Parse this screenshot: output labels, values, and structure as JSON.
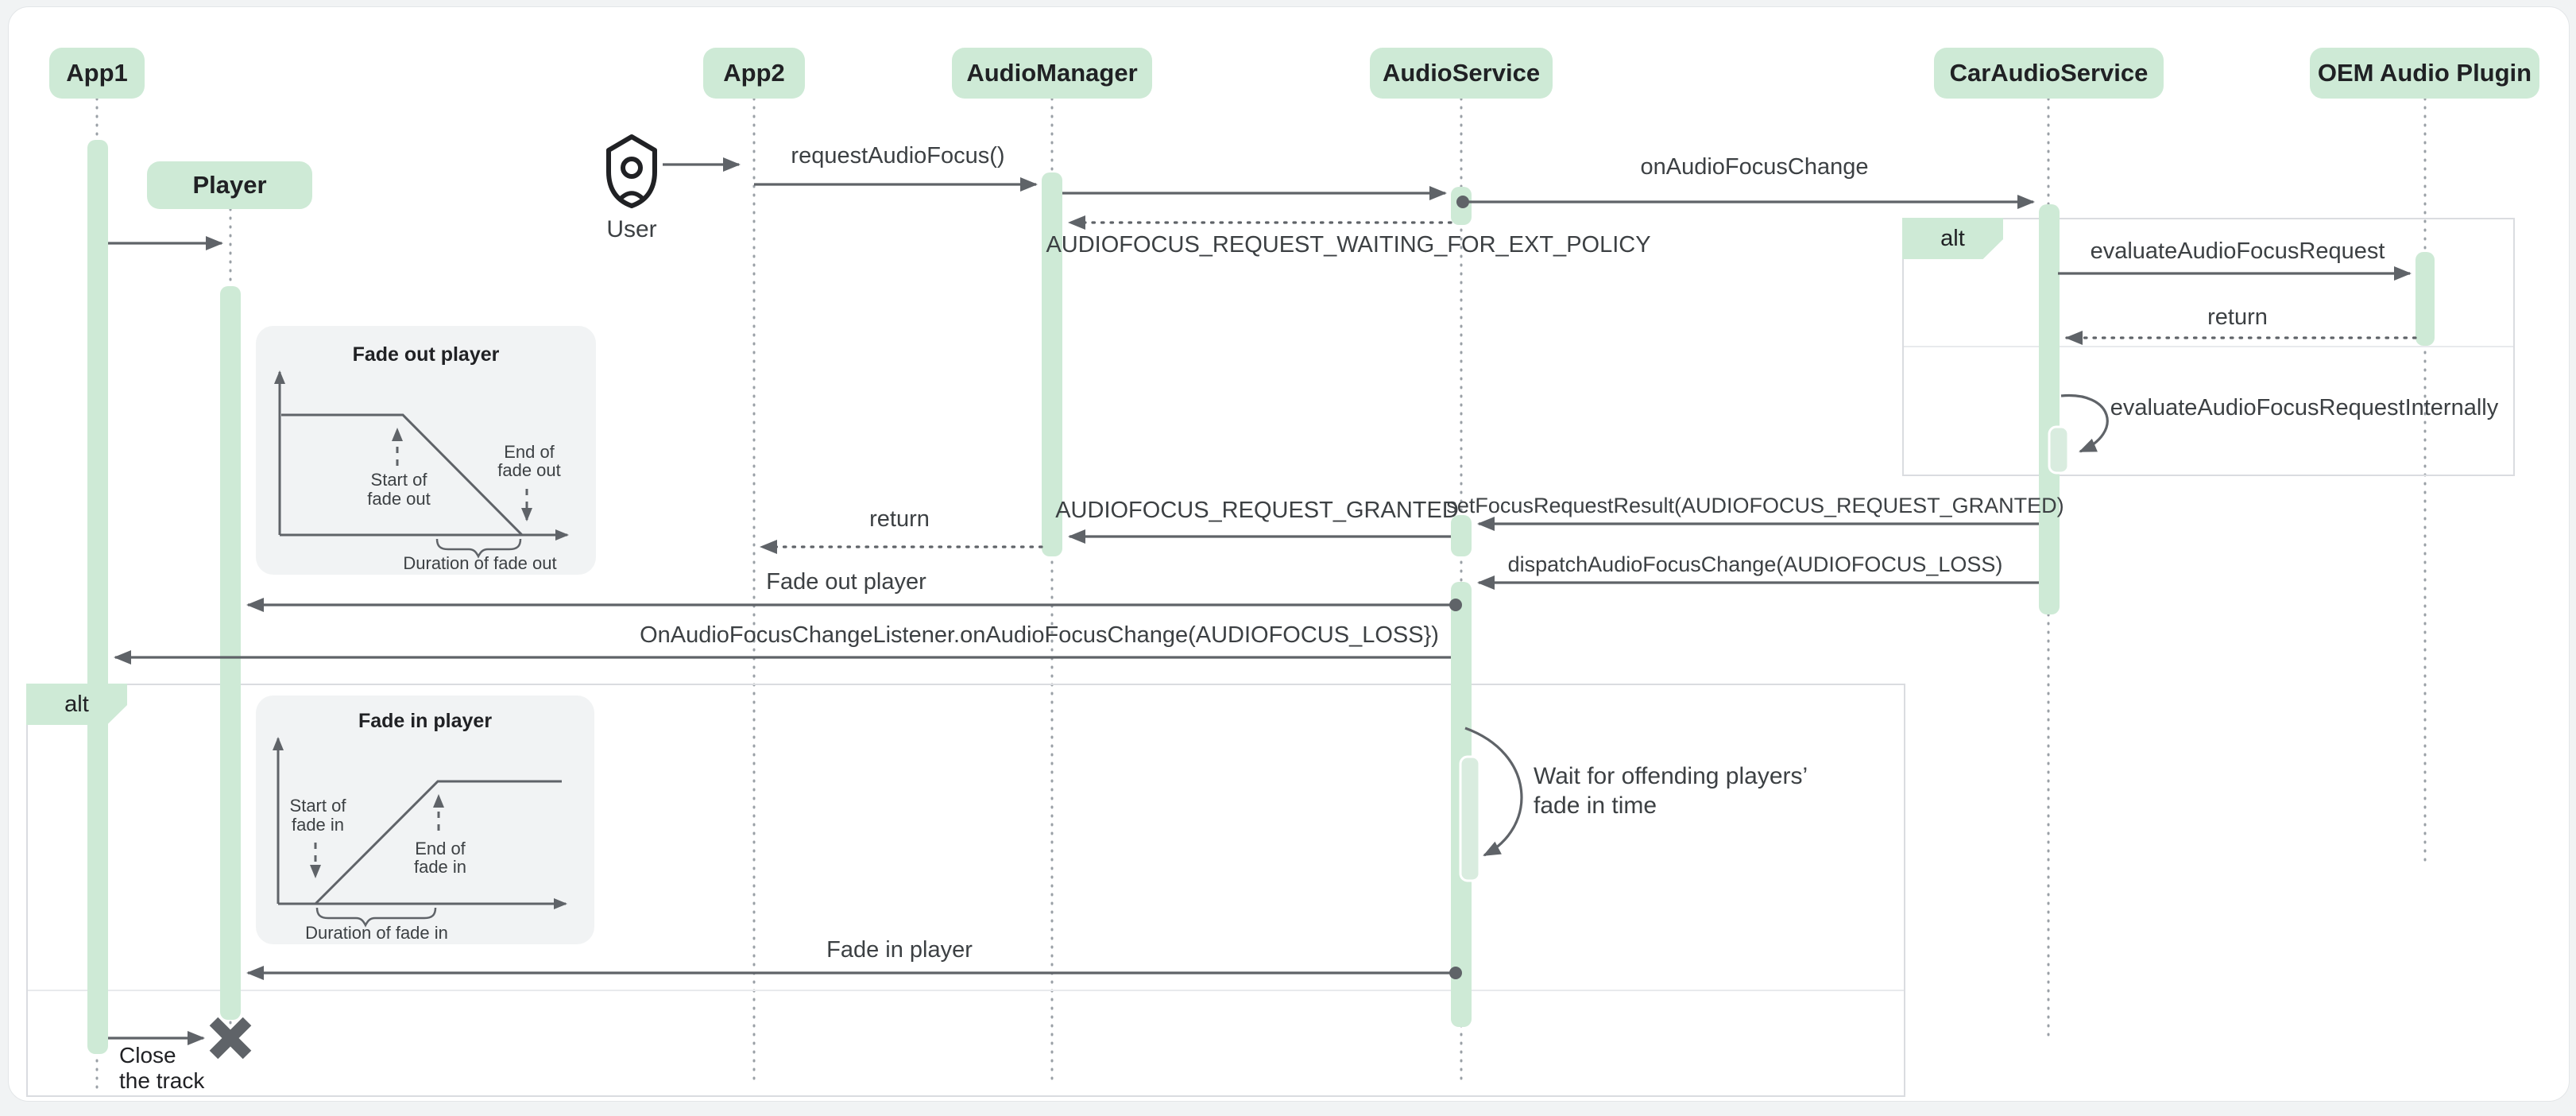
{
  "colors": {
    "green": "#ceead6",
    "green_nested": "#d9ecdf",
    "arrow": "#5f6368",
    "text": "#3c4043",
    "heading": "#202124",
    "lifeline": "#9aa0a6",
    "frame_border": "#dadce0",
    "inset_bg": "#f1f3f4",
    "card_bg": "#ffffff",
    "page_bg": "#f1f3f4"
  },
  "participants": [
    {
      "label": "App1"
    },
    {
      "label": "App2"
    },
    {
      "label": "AudioManager"
    },
    {
      "label": "AudioService"
    },
    {
      "label": "CarAudioService"
    },
    {
      "label": "OEM Audio Plugin"
    }
  ],
  "objects": {
    "player": "Player",
    "user": "User"
  },
  "fragments": {
    "right_alt": "alt",
    "left_alt": "alt"
  },
  "messages": {
    "request_audio_focus": "requestAudioFocus()",
    "on_audio_focus_change": "onAudioFocusChange",
    "waiting_ext_policy": "AUDIOFOCUS_REQUEST_WAITING_FOR_EXT_POLICY",
    "evaluate_request": "evaluateAudioFocusRequest",
    "evaluate_return": "return",
    "evaluate_internally": "evaluateAudioFocusRequestInternally",
    "set_focus_result": "setFocusRequestResult(AUDIOFOCUS_REQUEST_GRANTED)",
    "request_granted": "AUDIOFOCUS_REQUEST_GRANTED",
    "manager_return": "return",
    "dispatch_change": "dispatchAudioFocusChange(AUDIOFOCUS_LOSS)",
    "fade_out_player": "Fade out player",
    "focus_change_listener": "OnAudioFocusChangeListener.onAudioFocusChange(AUDIOFOCUS_LOSS})",
    "fade_in_player": "Fade in player",
    "close_track_line1": "Close",
    "close_track_line2": "the track"
  },
  "notes": {
    "wait_line1": "Wait for offending players’",
    "wait_line2": "fade in time"
  },
  "charts": {
    "fade_out": {
      "title": "Fade out player",
      "start_line1": "Start of",
      "start_line2": "fade out",
      "end_line1": "End of",
      "end_line2": "fade out",
      "duration": "Duration of fade out"
    },
    "fade_in": {
      "title": "Fade in player",
      "start_line1": "Start of",
      "start_line2": "fade in",
      "end_line1": "End of",
      "end_line2": "fade in",
      "duration": "Duration of fade in"
    }
  }
}
